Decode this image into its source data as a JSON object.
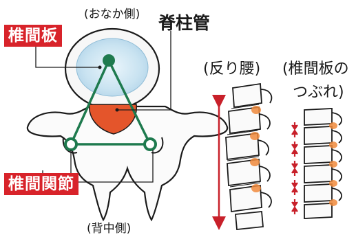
{
  "labels": {
    "front_side": "(おなか側)",
    "back_side": "(背中側)",
    "disc": "椎間板",
    "facet_joint": "椎間関節",
    "spinal_canal": "脊柱管",
    "lordosis": "(反り腰)",
    "disc_collapse_line1": "(椎間板の",
    "disc_collapse_line2": "つぶれ)"
  },
  "colors": {
    "tag_red": "#d8232a",
    "triangle_green": "#1e7a4e",
    "canal_orange": "#e4552b",
    "disc_blue": "#c9e3f1",
    "arrow_red": "#c8202a",
    "highlight_orange": "#f08a3c"
  },
  "icons": {
    "front_marker": "green-dot-icon",
    "facet_markers": "green-ring-icon",
    "bend_arrow": "double-headed-arrow-icon",
    "compression_arrows": "red-arrow-icon"
  }
}
